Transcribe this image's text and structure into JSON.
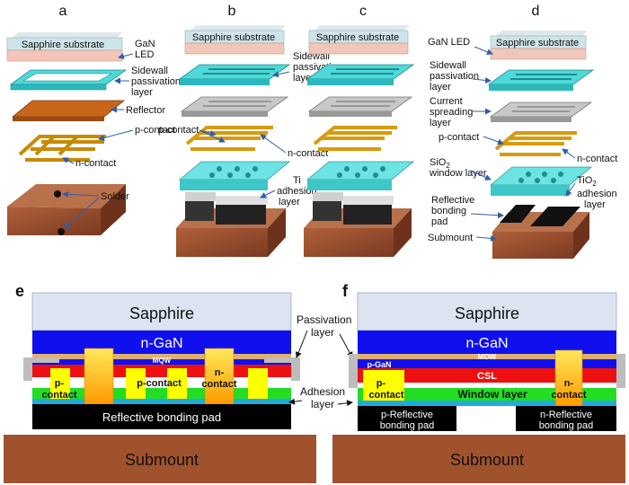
{
  "panel_letters": {
    "a": "a",
    "b": "b",
    "c": "c",
    "d": "d",
    "e": "e",
    "f": "f"
  },
  "top": {
    "sapphire": "Sapphire substrate",
    "gan_led_l1": "GaN",
    "gan_led_l2": "LED",
    "gan_led_d": "GaN LED",
    "sidewall_l1": "Sidewall",
    "sidewall_l2": "passivation",
    "sidewall_l3": "layer",
    "reflector": "Reflector",
    "p_contact": "p-contact",
    "n_contact": "n-contact",
    "solder": "Solder",
    "ti_l1": "Ti",
    "ti_l2": "adhesion",
    "ti_l3": "layer",
    "current_l1": "Current",
    "current_l2": "spreading",
    "current_l3": "layer",
    "sio2_l1": "SiO",
    "sio2_sub": "2",
    "sio2_l2": "window layer",
    "tio2_l1": "TiO",
    "tio2_sub": "2",
    "tio2_l2": "adhesion",
    "tio2_l3": "layer",
    "refl_l1": "Reflective",
    "refl_l2": "bonding",
    "refl_l3": "pad",
    "submount": "Submount"
  },
  "e": {
    "sapphire": "Sapphire",
    "ngan": "n-GaN",
    "mqw": "MQW",
    "p_contact_1a": "p-",
    "p_contact_1b": "contact",
    "p_contact_2": "p-contact",
    "n_contact_a": "n-",
    "n_contact_b": "contact",
    "pad": "Reflective bonding pad",
    "submount": "Submount"
  },
  "f": {
    "sapphire": "Sapphire",
    "ngan": "n-GaN",
    "mqw": "MQW",
    "pgan": "p-GaN",
    "csl": "CSL",
    "p_contact_a": "p-",
    "p_contact_b": "contact",
    "window": "Window layer",
    "n_contact_a": "n-",
    "n_contact_b": "contact",
    "p_pad_l1": "p-Reflective",
    "p_pad_l2": "bonding pad",
    "n_pad_l1": "n-Reflective",
    "n_pad_l2": "bonding pad",
    "submount": "Submount"
  },
  "middle": {
    "passivation_l1": "Passivation",
    "passivation_l2": "layer",
    "adhesion_l1": "Adhesion",
    "adhesion_l2": "layer"
  }
}
